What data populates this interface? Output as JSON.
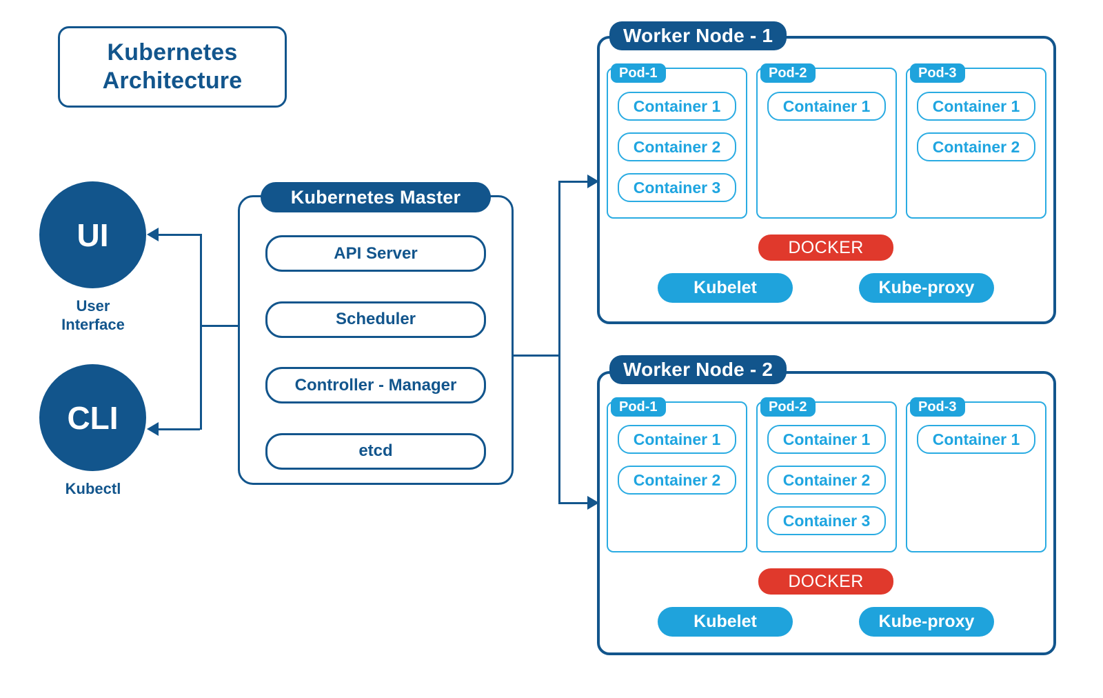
{
  "diagram": {
    "title_line1": "Kubernetes",
    "title_line2": "Architecture",
    "colors": {
      "dark_blue": "#12558C",
      "light_blue": "#1FA3DC",
      "container_blue": "#29ABE2",
      "docker_red": "#E0392C",
      "white": "#FFFFFF"
    }
  },
  "clients": {
    "ui": {
      "badge": "UI",
      "caption_line1": "User",
      "caption_line2": "Interface"
    },
    "cli": {
      "badge": "CLI",
      "caption_line1": "Kubectl"
    }
  },
  "master": {
    "header": "Kubernetes Master",
    "components": [
      {
        "label": "API Server"
      },
      {
        "label": "Scheduler"
      },
      {
        "label": "Controller - Manager"
      },
      {
        "label": "etcd"
      }
    ]
  },
  "worker_nodes": [
    {
      "header": "Worker Node - 1",
      "pods": [
        {
          "label": "Pod-1",
          "containers": [
            "Container 1",
            "Container 2",
            "Container 3"
          ]
        },
        {
          "label": "Pod-2",
          "containers": [
            "Container 1"
          ]
        },
        {
          "label": "Pod-3",
          "containers": [
            "Container 1",
            "Container 2"
          ]
        }
      ],
      "runtime": "DOCKER",
      "agents": [
        "Kubelet",
        "Kube-proxy"
      ]
    },
    {
      "header": "Worker Node - 2",
      "pods": [
        {
          "label": "Pod-1",
          "containers": [
            "Container 1",
            "Container 2"
          ]
        },
        {
          "label": "Pod-2",
          "containers": [
            "Container 1",
            "Container 2",
            "Container 3"
          ]
        },
        {
          "label": "Pod-3",
          "containers": [
            "Container 1"
          ]
        }
      ],
      "runtime": "DOCKER",
      "agents": [
        "Kubelet",
        "Kube-proxy"
      ]
    }
  ]
}
